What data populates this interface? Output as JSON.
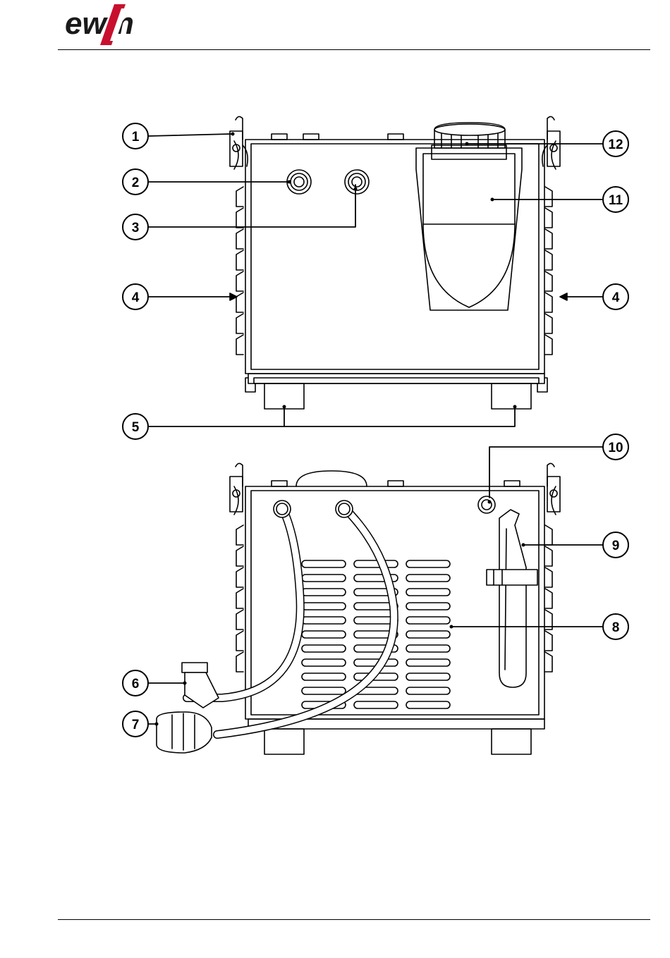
{
  "brand": {
    "name": "ewm",
    "colors": {
      "text": "#1a1a1a",
      "accent": "#c8102e"
    }
  },
  "callouts": [
    {
      "id": "c1",
      "label": "1"
    },
    {
      "id": "c2",
      "label": "2"
    },
    {
      "id": "c3",
      "label": "3"
    },
    {
      "id": "c4l",
      "label": "4"
    },
    {
      "id": "c4r",
      "label": "4"
    },
    {
      "id": "c5",
      "label": "5"
    },
    {
      "id": "c6",
      "label": "6"
    },
    {
      "id": "c7",
      "label": "7"
    },
    {
      "id": "c8",
      "label": "8"
    },
    {
      "id": "c9",
      "label": "9"
    },
    {
      "id": "c10",
      "label": "10"
    },
    {
      "id": "c11",
      "label": "11"
    },
    {
      "id": "c12",
      "label": "12"
    }
  ]
}
